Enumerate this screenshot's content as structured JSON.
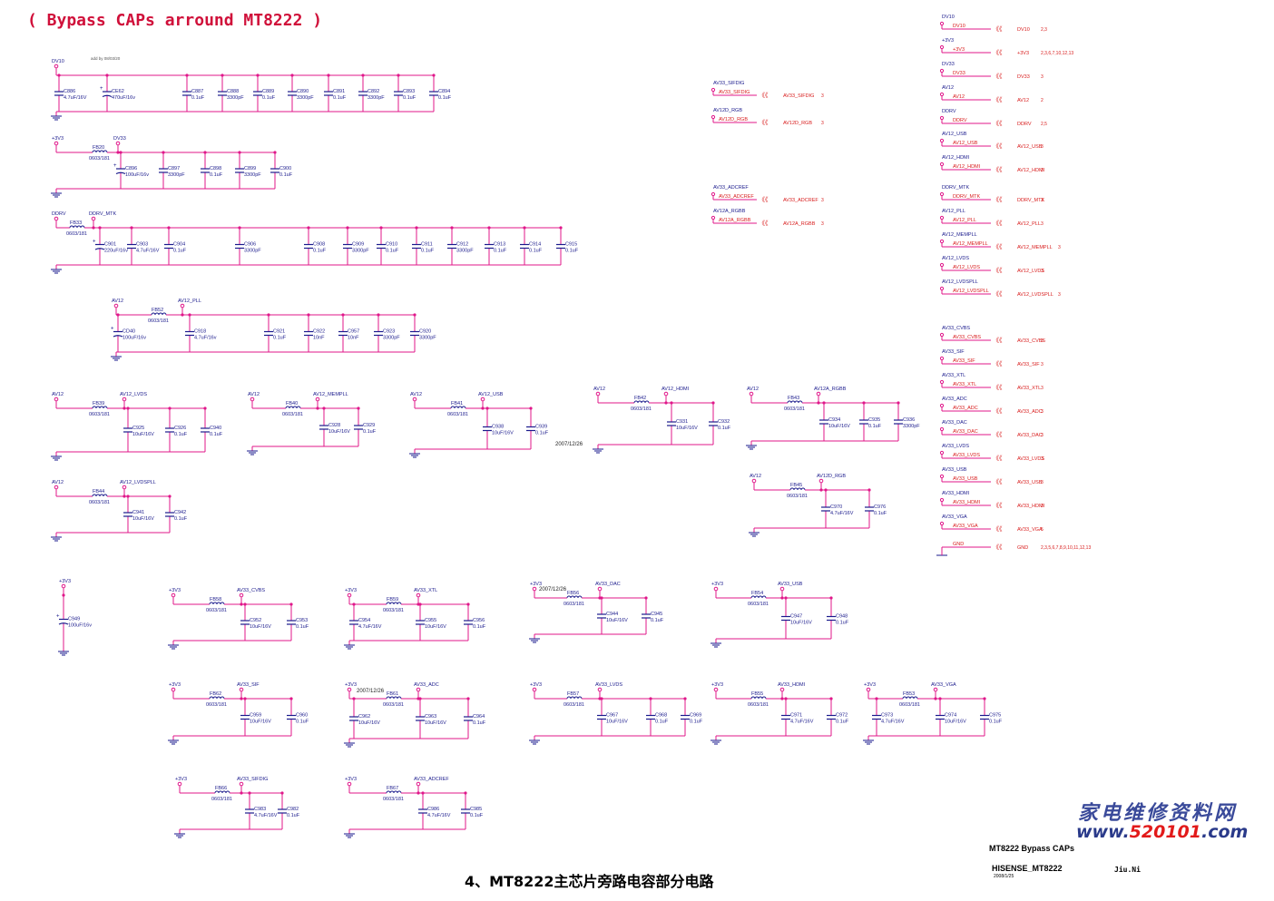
{
  "header": {
    "title": "( Bypass CAPs arround MT8222 )",
    "add_note": "add by 08/03/20"
  },
  "footer": {
    "caption": "4、MT8222主芯片旁路电容部分电路",
    "sheet_title": "MT8222 Bypass CAPs",
    "project": "HISENSE_MT8222",
    "date": "2008/1/25",
    "author": "Jiu.Ni",
    "watermark_cn": "家电维修资料网",
    "watermark_url_pre": "www.",
    "watermark_url_num": "520101",
    "watermark_url_post": ".com"
  },
  "colors": {
    "wire": "#e0178a",
    "text": "#1a1a8c",
    "net": "#d81b1b",
    "component": "#1a1a8c",
    "title": "#d0103a"
  },
  "notes": [
    "2007/12/26",
    "2007/12/26",
    "2007/12/26"
  ],
  "supply_groups": [
    {
      "rail": "DV10",
      "ferrite": null,
      "caps": [
        {
          "ref": "C886",
          "val": "4.7uF/16V"
        },
        {
          "ref": "CE62",
          "val": "470uF/16v",
          "polar": true
        },
        {
          "ref": "C887",
          "val": "0.1uF"
        },
        {
          "ref": "C888",
          "val": "3300pF"
        },
        {
          "ref": "C889",
          "val": "0.1uF"
        },
        {
          "ref": "C890",
          "val": "3300pF"
        },
        {
          "ref": "C891",
          "val": "0.1uF"
        },
        {
          "ref": "C892",
          "val": "3300pF"
        },
        {
          "ref": "C893",
          "val": "0.1uF"
        },
        {
          "ref": "C894",
          "val": "0.1uF"
        }
      ]
    },
    {
      "rail": "+3V3",
      "ferrite": {
        "ref": "FB20",
        "val": "0603/181"
      },
      "out": "DV33",
      "caps": [
        {
          "ref": "C896",
          "val": "100uF/16v",
          "polar": true
        },
        {
          "ref": "C897",
          "val": "3300pF"
        },
        {
          "ref": "C898",
          "val": "0.1uF"
        },
        {
          "ref": "C899",
          "val": "3300pF"
        },
        {
          "ref": "C900",
          "val": "0.1uF"
        }
      ]
    },
    {
      "rail": "DDRV",
      "ferrite": {
        "ref": "FB33",
        "val": "0603/181"
      },
      "out": "DDRV_MTK",
      "caps": [
        {
          "ref": "C901",
          "val": "220uF/16v",
          "polar": true
        },
        {
          "ref": "C903",
          "val": "4.7uF/16V"
        },
        {
          "ref": "C904",
          "val": "0.1uF"
        },
        {
          "ref": "C906",
          "val": "3300pF"
        },
        {
          "ref": "C908",
          "val": "0.1uF"
        },
        {
          "ref": "C909",
          "val": "3300pF"
        },
        {
          "ref": "C910",
          "val": "0.1uF"
        },
        {
          "ref": "C911",
          "val": "0.1uF"
        },
        {
          "ref": "C912",
          "val": "3300pF"
        },
        {
          "ref": "C913",
          "val": "0.1uF"
        },
        {
          "ref": "C914",
          "val": "0.1uF"
        },
        {
          "ref": "C915",
          "val": "0.1uF"
        }
      ]
    },
    {
      "rail": "AV12",
      "ferrite": {
        "ref": "FB52",
        "val": "0603/181"
      },
      "out": "AV12_PLL",
      "caps": [
        {
          "ref": "CD40",
          "val": "100uF/16v",
          "polar": true
        },
        {
          "ref": "C918",
          "val": "4.7uF/16v"
        },
        {
          "ref": "C921",
          "val": "0.1uF"
        },
        {
          "ref": "C922",
          "val": "10nF"
        },
        {
          "ref": "C957",
          "val": "10nF"
        },
        {
          "ref": "C923",
          "val": "3300pF"
        },
        {
          "ref": "C920",
          "val": "3300pF"
        }
      ]
    },
    {
      "rail": "AV12",
      "ferrite": {
        "ref": "FB39",
        "val": "0603/181"
      },
      "out": "AV12_LVDS",
      "caps": [
        {
          "ref": "C925",
          "val": "10uF/16V"
        },
        {
          "ref": "C926",
          "val": "0.1uF"
        },
        {
          "ref": "C940",
          "val": "0.1uF"
        }
      ]
    },
    {
      "rail": "AV12",
      "ferrite": {
        "ref": "FB40",
        "val": "0603/181"
      },
      "out": "AV12_MEMPLL",
      "caps": [
        {
          "ref": "C928",
          "val": "10uF/16V"
        },
        {
          "ref": "C929",
          "val": "0.1uF"
        }
      ]
    },
    {
      "rail": "AV12",
      "ferrite": {
        "ref": "FB41",
        "val": "0603/181"
      },
      "out": "AV12_USB",
      "caps": [
        {
          "ref": "C938",
          "val": "10uF/16V"
        },
        {
          "ref": "C939",
          "val": "0.1uF"
        }
      ]
    },
    {
      "rail": "AV12",
      "ferrite": {
        "ref": "FB42",
        "val": "0603/181"
      },
      "out": "AV12_HDMI",
      "caps": [
        {
          "ref": "C931",
          "val": "10uF/16V"
        },
        {
          "ref": "C932",
          "val": "0.1uF"
        }
      ]
    },
    {
      "rail": "AV12",
      "ferrite": {
        "ref": "FB43",
        "val": "0603/181"
      },
      "out": "AV12A_RGBB",
      "caps": [
        {
          "ref": "C934",
          "val": "10uF/16V"
        },
        {
          "ref": "C935",
          "val": "0.1uF"
        },
        {
          "ref": "C936",
          "val": "3300pF"
        }
      ]
    },
    {
      "rail": "AV12",
      "ferrite": {
        "ref": "FB44",
        "val": "0603/181"
      },
      "out": "AV12_LVDSPLL",
      "caps": [
        {
          "ref": "C941",
          "val": "10uF/16V"
        },
        {
          "ref": "C942",
          "val": "0.1uF"
        }
      ]
    },
    {
      "rail": "AV12",
      "ferrite": {
        "ref": "FB45",
        "val": "0603/181"
      },
      "out": "AV12D_RGB",
      "caps": [
        {
          "ref": "C970",
          "val": "4.7uF/16V"
        },
        {
          "ref": "C976",
          "val": "0.1uF"
        }
      ]
    },
    {
      "rail": "+3V3",
      "ferrite": null,
      "caps": [
        {
          "ref": "C949",
          "val": "100uF/16v",
          "polar": true
        }
      ]
    },
    {
      "rail": "+3V3",
      "ferrite": {
        "ref": "FB58",
        "val": "0603/181"
      },
      "out": "AV33_CVBS",
      "caps": [
        {
          "ref": "C952",
          "val": "10uF/16V"
        },
        {
          "ref": "C953",
          "val": "0.1uF"
        }
      ]
    },
    {
      "rail": "+3V3",
      "ferrite": {
        "ref": "FB59",
        "val": "0603/181"
      },
      "out": "AV33_XTL",
      "caps": [
        {
          "ref": "C954",
          "val": "4.7uF/16V"
        },
        {
          "ref": "C955",
          "val": "10uF/16V"
        },
        {
          "ref": "C956",
          "val": "0.1uF"
        }
      ]
    },
    {
      "rail": "+3V3",
      "ferrite": {
        "ref": "FB56",
        "val": "0603/181"
      },
      "out": "AV33_DAC",
      "caps": [
        {
          "ref": "C944",
          "val": "10uF/16V"
        },
        {
          "ref": "C945",
          "val": "0.1uF"
        }
      ]
    },
    {
      "rail": "+3V3",
      "ferrite": {
        "ref": "FB54",
        "val": "0603/181"
      },
      "out": "AV33_USB",
      "caps": [
        {
          "ref": "C947",
          "val": "10uF/16V"
        },
        {
          "ref": "C948",
          "val": "0.1uF"
        }
      ]
    },
    {
      "rail": "+3V3",
      "ferrite": {
        "ref": "FB62",
        "val": "0603/181"
      },
      "out": "AV33_SIF",
      "caps": [
        {
          "ref": "C959",
          "val": "10uF/16V"
        },
        {
          "ref": "C960",
          "val": "0.1uF"
        }
      ]
    },
    {
      "rail": "+3V3",
      "ferrite": {
        "ref": "FB61",
        "val": "0603/181"
      },
      "out": "AV33_ADC",
      "caps": [
        {
          "ref": "C962",
          "val": "10uF/16V"
        },
        {
          "ref": "C963",
          "val": "10uF/16V"
        },
        {
          "ref": "C964",
          "val": "0.1uF"
        }
      ]
    },
    {
      "rail": "+3V3",
      "ferrite": {
        "ref": "FB57",
        "val": "0603/181"
      },
      "out": "AV33_LVDS",
      "caps": [
        {
          "ref": "C967",
          "val": "10uF/16V"
        },
        {
          "ref": "C968",
          "val": "0.1uF"
        },
        {
          "ref": "C969",
          "val": "0.1uF"
        }
      ]
    },
    {
      "rail": "+3V3",
      "ferrite": {
        "ref": "FB55",
        "val": "0603/181"
      },
      "out": "AV33_HDMI",
      "caps": [
        {
          "ref": "C971",
          "val": "4.7uF/16V"
        },
        {
          "ref": "C972",
          "val": "0.1uF"
        }
      ]
    },
    {
      "rail": "+3V3",
      "ferrite": {
        "ref": "FB53",
        "val": "0603/181"
      },
      "out": "AV33_VGA",
      "caps": [
        {
          "ref": "C973",
          "val": "4.7uF/16V"
        },
        {
          "ref": "C974",
          "val": "10uF/16V"
        },
        {
          "ref": "C975",
          "val": "0.1uF"
        }
      ]
    },
    {
      "rail": "+3V3",
      "ferrite": {
        "ref": "FB66",
        "val": "0603/181"
      },
      "out": "AV33_SIFDIG",
      "caps": [
        {
          "ref": "C983",
          "val": "4.7uF/16V"
        },
        {
          "ref": "C982",
          "val": "0.1uF"
        }
      ]
    },
    {
      "rail": "+3V3",
      "ferrite": {
        "ref": "FB67",
        "val": "0603/181"
      },
      "out": "AV33_ADCREF",
      "caps": [
        {
          "ref": "C986",
          "val": "4.7uF/16V"
        },
        {
          "ref": "C985",
          "val": "0.1uF"
        }
      ]
    }
  ],
  "offpage_mid": [
    {
      "net": "AV33_SIFDIG",
      "label": "AV33_SIFDIG",
      "out": "AV33_SIFDIG",
      "sheets": "3"
    },
    {
      "net": "AV12D_RGB",
      "label": "AV12D_RGB",
      "out": "AV12D_RGB",
      "sheets": "3"
    },
    {
      "net": "AV33_ADCREF",
      "label": "AV33_ADCREF",
      "out": "AV33_ADCREF",
      "sheets": "3"
    },
    {
      "net": "AV12A_RGBB",
      "label": "AV12A_RGBB",
      "out": "AV12A_RGBB",
      "sheets": "3"
    }
  ],
  "offpage_right": [
    {
      "net": "DV10",
      "label": "DV10",
      "out": "DV10",
      "sheets": "2,3"
    },
    {
      "net": "+3V3",
      "label": "+3V3",
      "out": "+3V3",
      "sheets": "2,3,6,7,10,12,13"
    },
    {
      "net": "DV33",
      "label": "DV33",
      "out": "DV33",
      "sheets": "3"
    },
    {
      "net": "AV12",
      "label": "AV12",
      "out": "AV12",
      "sheets": "2"
    },
    {
      "net": "DDRV",
      "label": "DDRV",
      "out": "DDRV",
      "sheets": "2,5"
    },
    {
      "net": "AV12_USB",
      "label": "AV12_USB",
      "out": "AV12_USB",
      "sheets": "3"
    },
    {
      "net": "AV12_HDMI",
      "label": "AV12_HDMI",
      "out": "AV12_HDMI",
      "sheets": "3"
    },
    {
      "net": "DDRV_MTK",
      "label": "DDRV_MTK",
      "out": "DDRV_MTK",
      "sheets": "3"
    },
    {
      "net": "AV12_PLL",
      "label": "AV12_PLL",
      "out": "AV12_PLL",
      "sheets": "3"
    },
    {
      "net": "AV12_MEMPLL",
      "label": "AV12_MEMPLL",
      "out": "AV12_MEMPLL",
      "sheets": "3"
    },
    {
      "net": "AV12_LVDS",
      "label": "AV12_LVDS",
      "out": "AV12_LVDS",
      "sheets": "3"
    },
    {
      "net": "AV12_LVDSPLL",
      "label": "AV12_LVDSPLL",
      "out": "AV12_LVDSPLL",
      "sheets": "3"
    },
    {
      "net": "AV33_CVBS",
      "label": "AV33_CVBS",
      "out": "AV33_CVBS",
      "sheets": "3"
    },
    {
      "net": "AV33_SIF",
      "label": "AV33_SIF",
      "out": "AV33_SIF",
      "sheets": "3"
    },
    {
      "net": "AV33_XTL",
      "label": "AV33_XTL",
      "out": "AV33_XTL",
      "sheets": "3"
    },
    {
      "net": "AV33_ADC",
      "label": "AV33_ADC",
      "out": "AV33_ADC",
      "sheets": "3"
    },
    {
      "net": "AV33_DAC",
      "label": "AV33_DAC",
      "out": "AV33_DAC",
      "sheets": "3"
    },
    {
      "net": "AV33_LVDS",
      "label": "AV33_LVDS",
      "out": "AV33_LVDS",
      "sheets": "3"
    },
    {
      "net": "AV33_USB",
      "label": "AV33_USB",
      "out": "AV33_USB",
      "sheets": "3"
    },
    {
      "net": "AV33_HDMI",
      "label": "AV33_HDMI",
      "out": "AV33_HDMI",
      "sheets": "3"
    },
    {
      "net": "AV33_VGA",
      "label": "AV33_VGA",
      "out": "AV33_VGA",
      "sheets": "5"
    },
    {
      "net": "",
      "label": "GND",
      "out": "GND",
      "sheets": "2,3,5,6,7,8,9,10,11,12,13"
    }
  ]
}
